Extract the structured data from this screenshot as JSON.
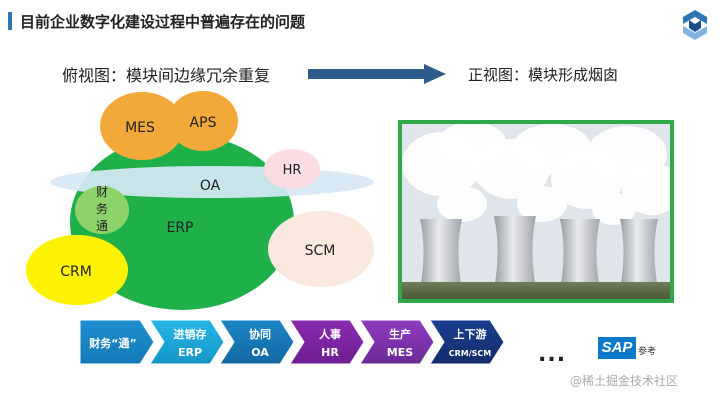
{
  "title": "目前企业数字化建设过程中普遍存在的问题",
  "top_view_label": "俯视图：模块间边缘冗余重复",
  "front_view_label": "正视图：模块形成烟囱",
  "modules": {
    "mes": "MES",
    "aps": "APS",
    "hr": "HR",
    "oa": "OA",
    "finance": "财务通",
    "erp": "ERP",
    "scm": "SCM",
    "crm": "CRM"
  },
  "chevrons": [
    {
      "line1": "财务“通”",
      "line2": ""
    },
    {
      "line1": "进销存",
      "line2": "ERP"
    },
    {
      "line1": "协同",
      "line2": "OA"
    },
    {
      "line1": "人事",
      "line2": "HR"
    },
    {
      "line1": "生产",
      "line2": "MES"
    },
    {
      "line1": "上下游",
      "line2": "CRM/SCM"
    }
  ],
  "ellipsis": "...",
  "sap_logo": "SAP",
  "sap_ref": "参考",
  "watermark": "@稀土掘金技术社区",
  "colors": {
    "accent_blue": "#2e75b6",
    "erp_green": "#1fb04a",
    "orange": "#f3a93a",
    "yellow": "#fcf202"
  }
}
